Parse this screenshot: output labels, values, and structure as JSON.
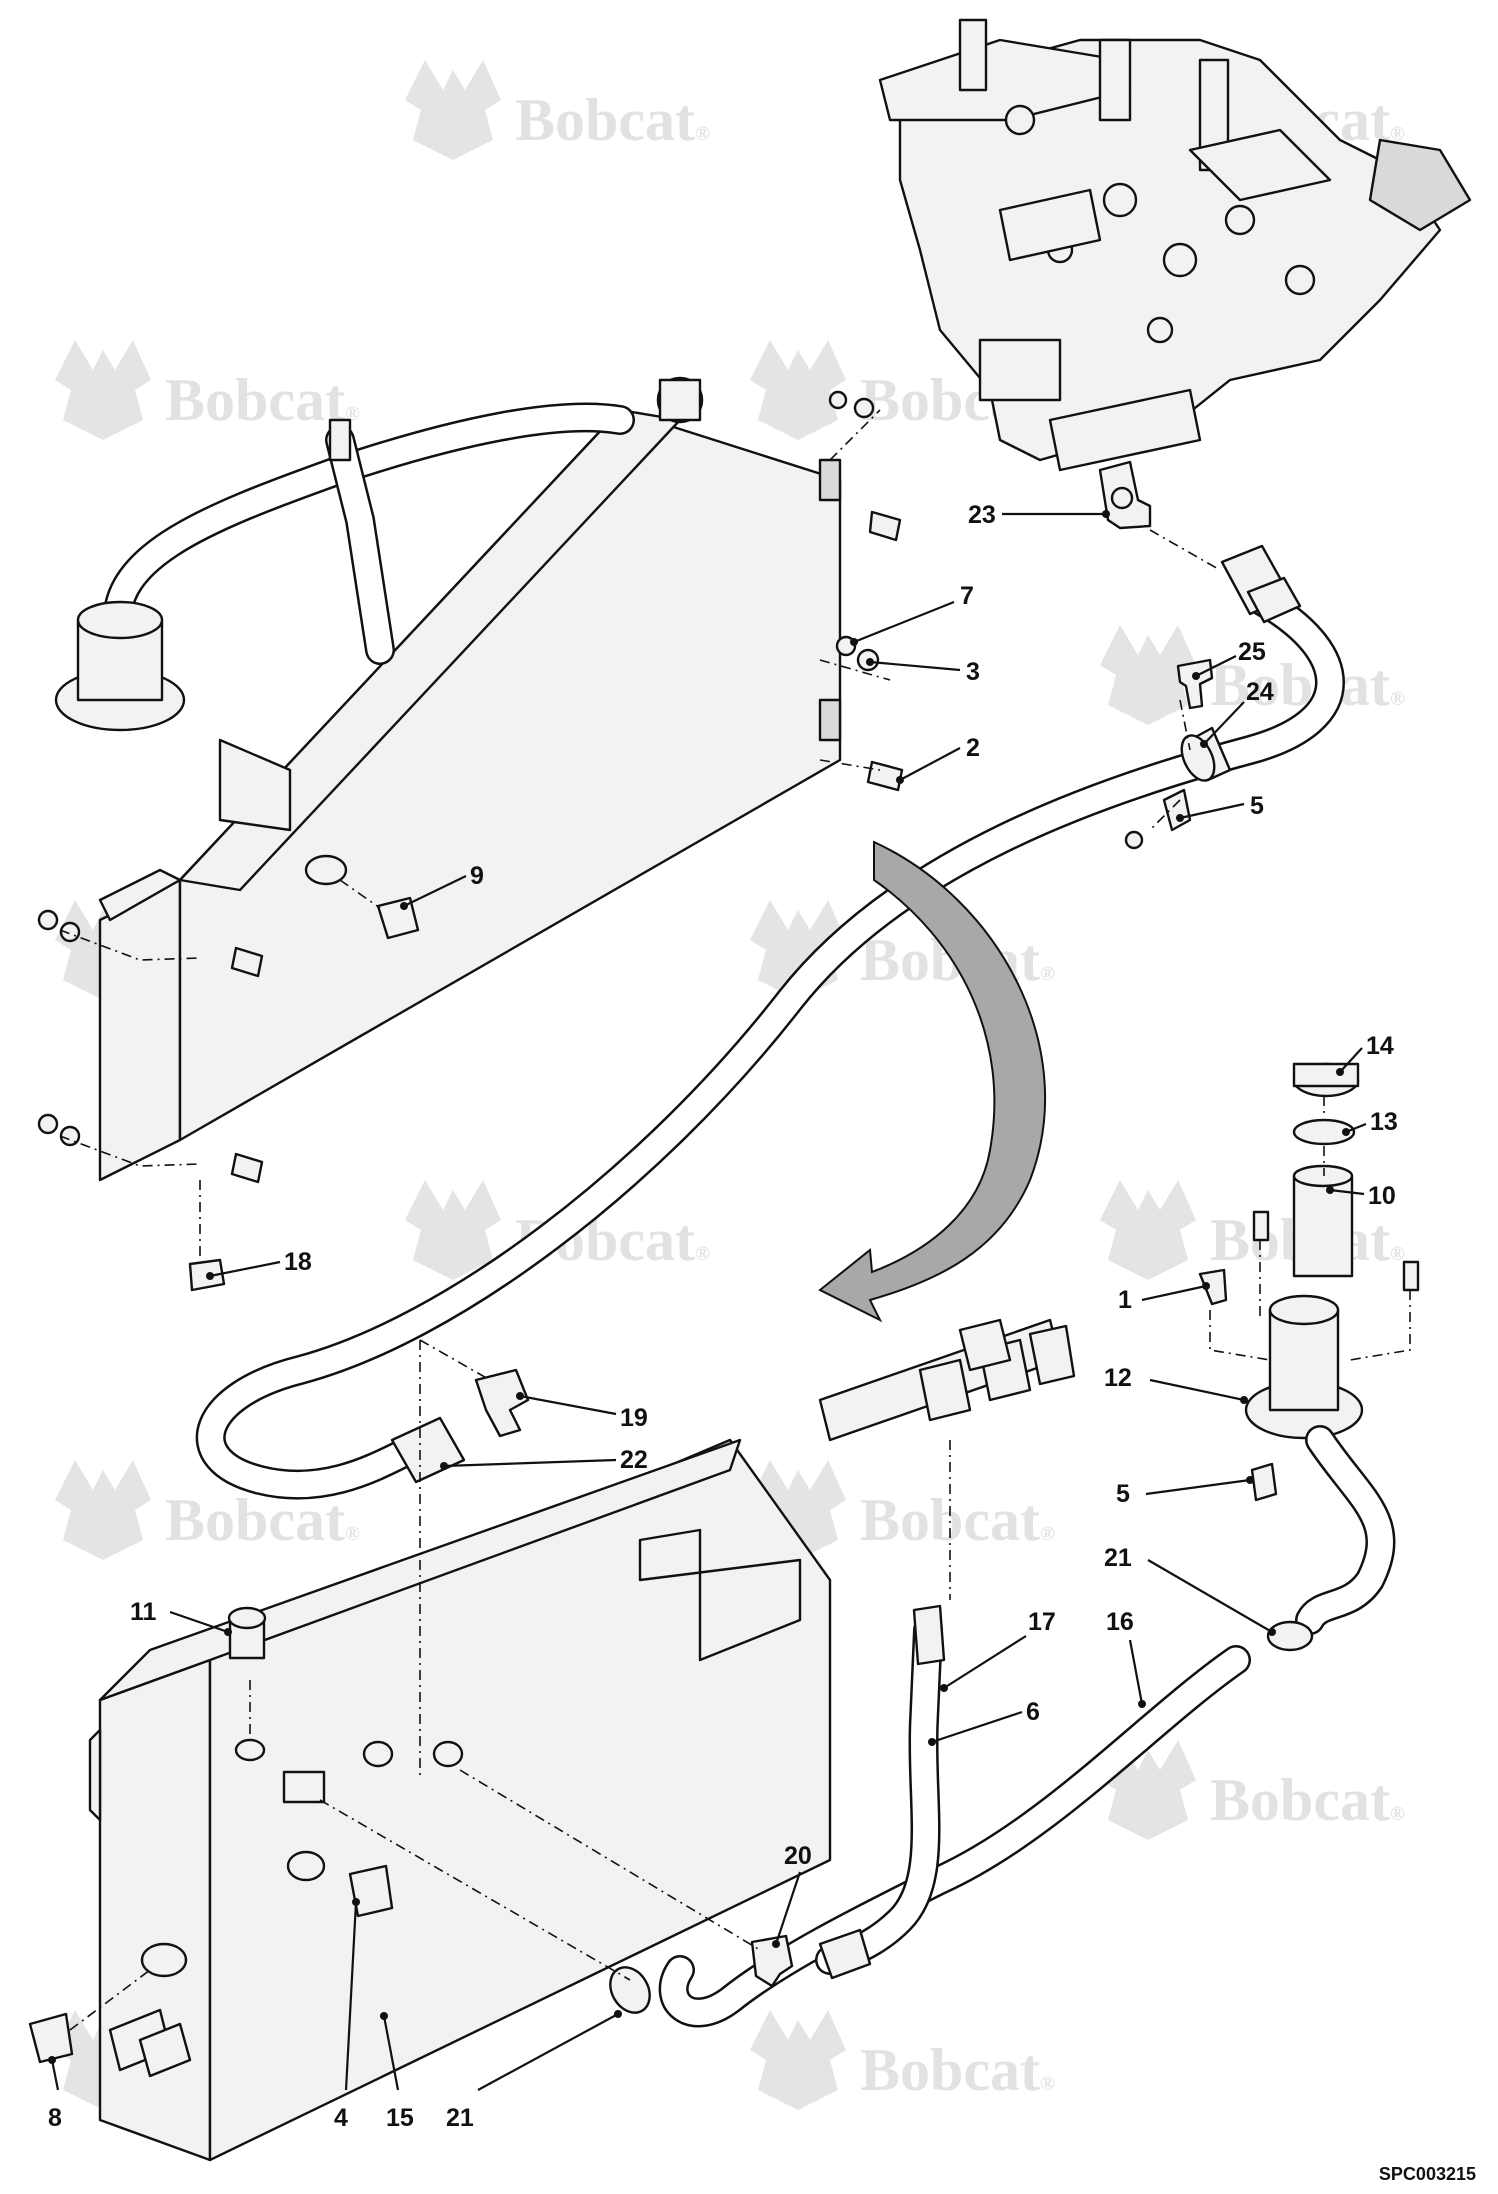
{
  "watermark": {
    "brand": "Bobcat",
    "mark": "®"
  },
  "document_id": "SPC003215",
  "callouts": [
    {
      "label": "23"
    },
    {
      "label": "7"
    },
    {
      "label": "3"
    },
    {
      "label": "25"
    },
    {
      "label": "24"
    },
    {
      "label": "2"
    },
    {
      "label": "5"
    },
    {
      "label": "9"
    },
    {
      "label": "14"
    },
    {
      "label": "13"
    },
    {
      "label": "10"
    },
    {
      "label": "18"
    },
    {
      "label": "1"
    },
    {
      "label": "12"
    },
    {
      "label": "19"
    },
    {
      "label": "22"
    },
    {
      "label": "5"
    },
    {
      "label": "21"
    },
    {
      "label": "11"
    },
    {
      "label": "17"
    },
    {
      "label": "16"
    },
    {
      "label": "6"
    },
    {
      "label": "20"
    },
    {
      "label": "8"
    },
    {
      "label": "4"
    },
    {
      "label": "15"
    },
    {
      "label": "21"
    }
  ],
  "colors": {
    "line": "#111111",
    "part_fill": "#f2f2f2",
    "arrow_fill": "#a8a8a8",
    "watermark": "#e2e2e2"
  }
}
